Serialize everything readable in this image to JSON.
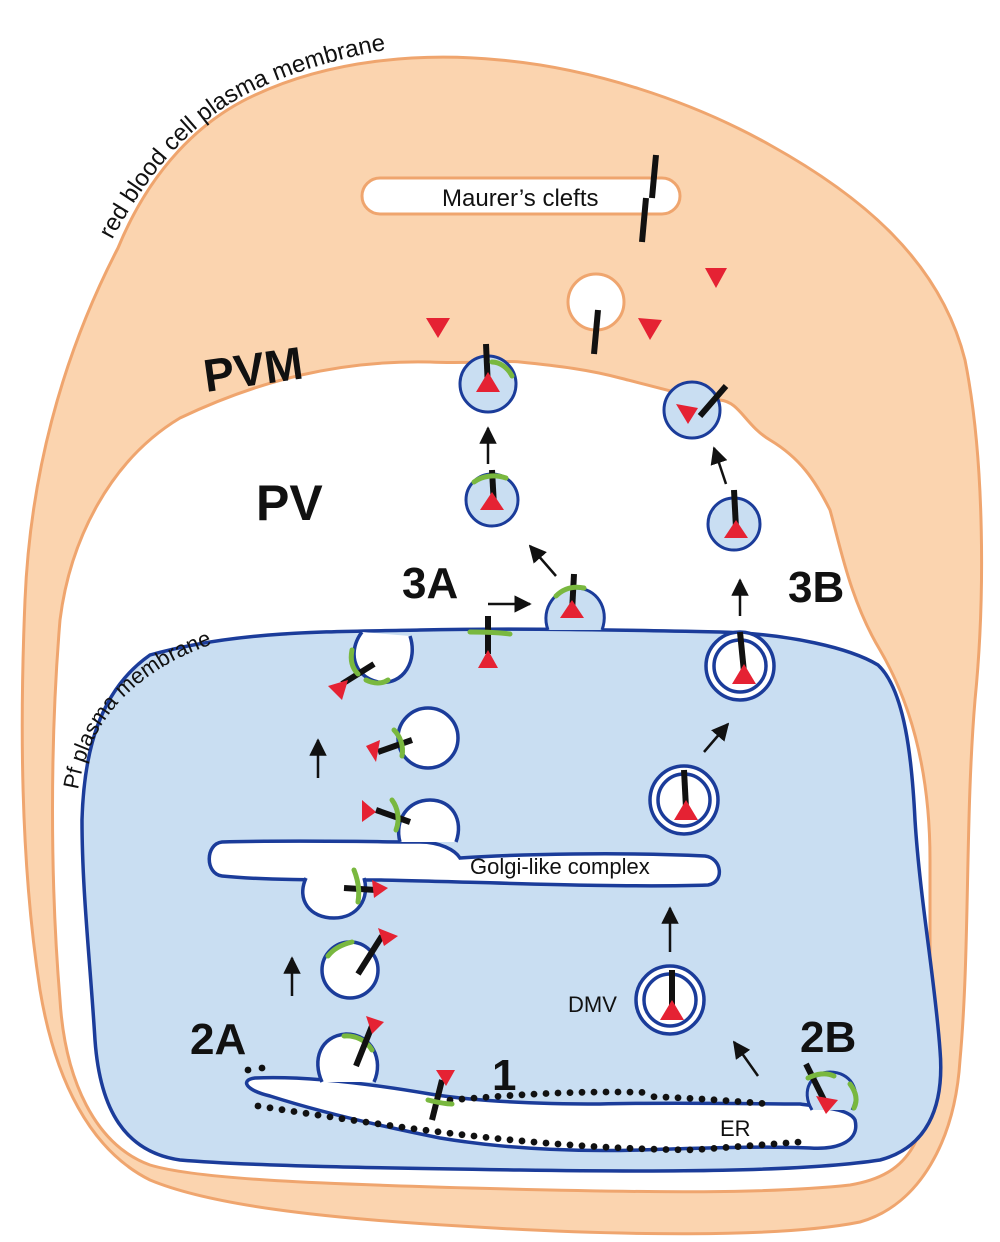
{
  "labels": {
    "rbc_membrane": "red  blood  cell  plasma membrane",
    "maurers_clefts": "Maurer’s clefts",
    "pvm": "PVM",
    "pv": "PV",
    "pf_membrane": "Pf  plasma  membrane",
    "golgi": "Golgi-like complex",
    "dmv": "DMV",
    "er": "ER",
    "step_1": "1",
    "step_2a": "2A",
    "step_2b": "2B",
    "step_3a": "3A",
    "step_3b": "3B"
  },
  "colors": {
    "rbc_cytoplasm": "#FBD4AF",
    "rbc_outline": "#EFA56E",
    "parasite_cytoplasm": "#C9DEF2",
    "parasite_outline": "#1B3C9A",
    "cargo_triangle": "#E52233",
    "coat_protein": "#79B83F",
    "transmembrane_rod": "#111111"
  }
}
